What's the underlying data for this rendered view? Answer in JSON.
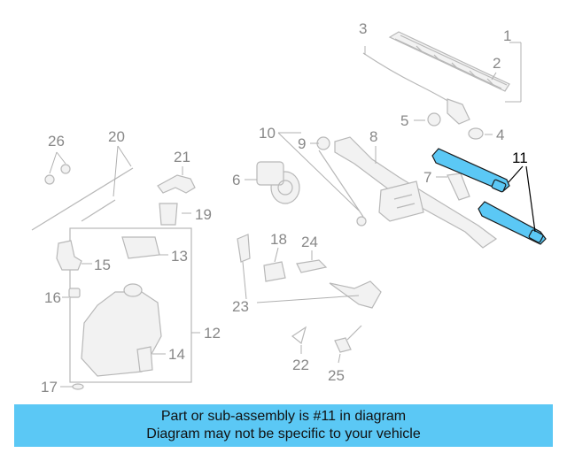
{
  "callouts": {
    "c1": "1",
    "c2": "2",
    "c3": "3",
    "c4": "4",
    "c5": "5",
    "c6": "6",
    "c7": "7",
    "c8": "8",
    "c10": "10",
    "c11": "11",
    "c12": "12",
    "c13": "13",
    "c14": "14",
    "c15": "15",
    "c16": "16",
    "c17": "17",
    "c18": "18",
    "c19": "19",
    "c20": "20",
    "c21": "21",
    "c22": "22",
    "c23": "23",
    "c24": "24",
    "c25": "25",
    "c26": "26"
  },
  "highlighted_part": "11",
  "highlight_color": "#5bc8f5",
  "banner": {
    "line1": "Part or sub-assembly is #11 in diagram",
    "line2": "Diagram may not be specific to your vehicle"
  }
}
